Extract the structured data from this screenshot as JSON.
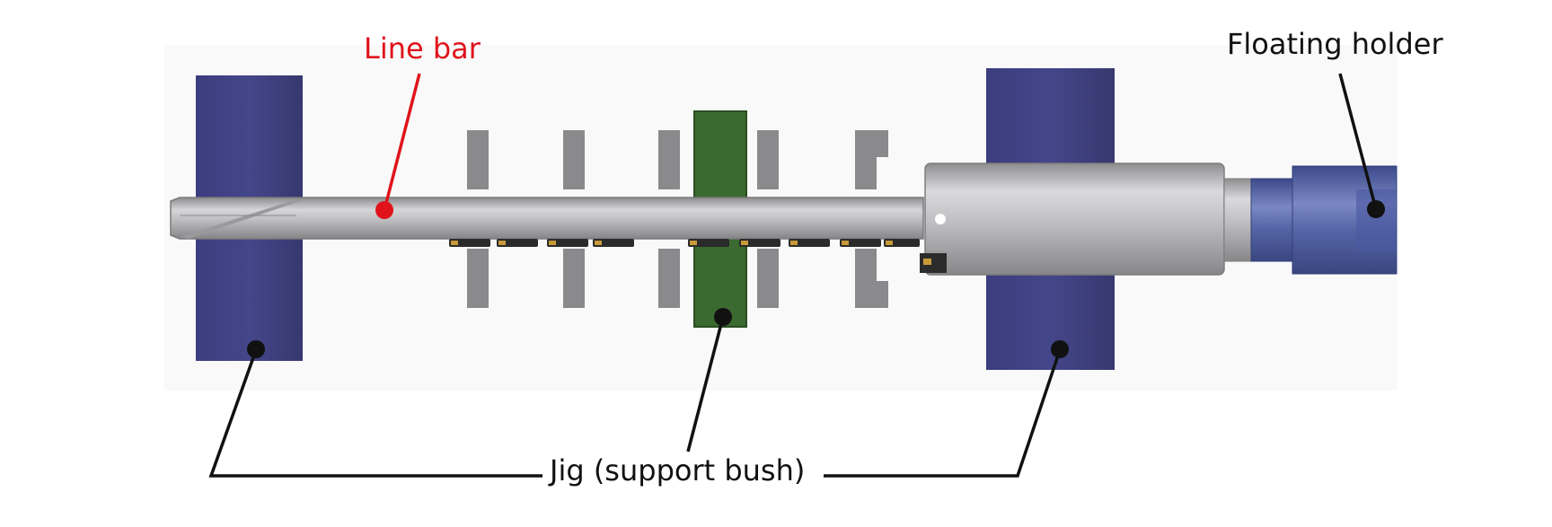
{
  "labels": {
    "line_bar": "Line bar",
    "floating_holder": "Floating holder",
    "jig": "Jig (support bush)"
  },
  "colors": {
    "line_bar_label": "#e0131b",
    "callout_default": "#111111",
    "jig_blue": "#3a3a78",
    "jig_green": "#3b6a30",
    "bar_gray": "#a9a9ab",
    "holder_blue": "#4a5a9a"
  }
}
